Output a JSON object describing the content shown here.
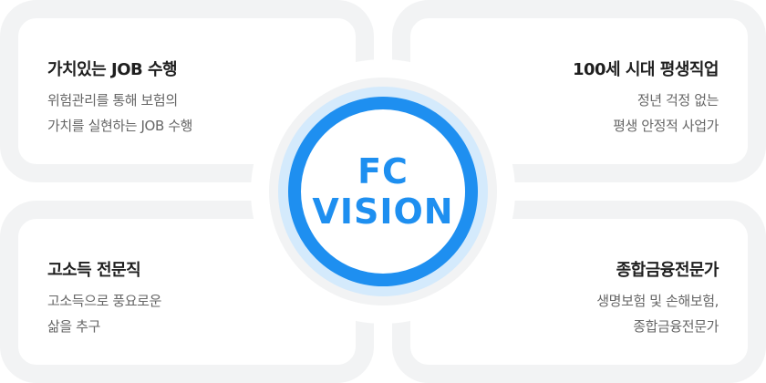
{
  "cards": {
    "top_left": {
      "title": "가치있는 JOB 수행",
      "line1": "위험관리를 통해 보험의",
      "line2": "가치를 실현하는 JOB 수행"
    },
    "top_right": {
      "title": "100세 시대 평생직업",
      "line1": "정년 걱정 없는",
      "line2": "평생 안정적 사업가"
    },
    "bottom_left": {
      "title": "고소득 전문직",
      "line1": "고소득으로 풍요로운",
      "line2": "삶을 추구"
    },
    "bottom_right": {
      "title": "종합금융전문가",
      "line1": "생명보험 및 손해보험,",
      "line2": "종합금융전문가"
    }
  },
  "center": {
    "line1": "FC",
    "line2": "VISION"
  },
  "colors": {
    "accent": "#1e8ff0",
    "glow": "#d4eafc",
    "card_border": "#f2f3f4"
  }
}
